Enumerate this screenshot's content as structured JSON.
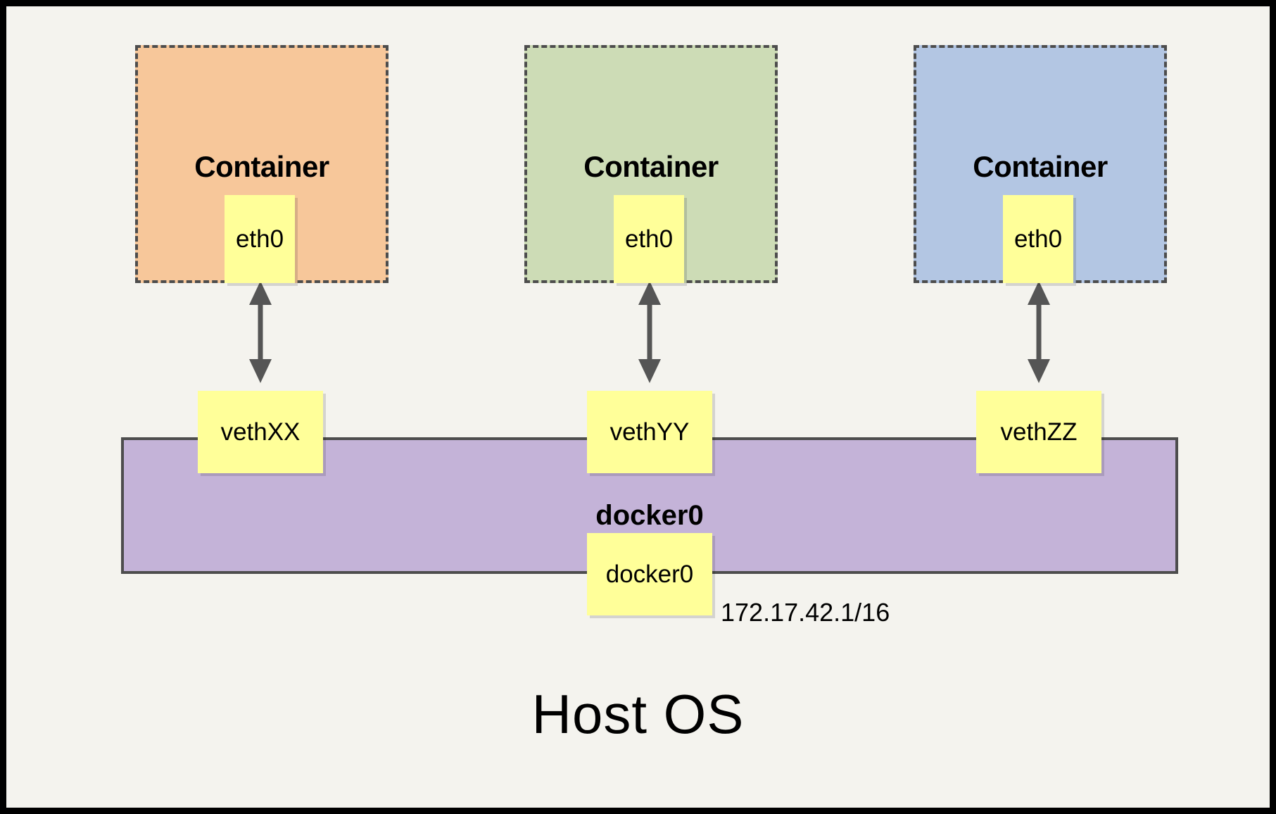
{
  "diagram": {
    "title_text": "Host OS",
    "bridge": {
      "bar_label": "docker0",
      "interface_label": "docker0",
      "ip_label": "172.17.42.1/16",
      "fill_color": "#c4b3d8",
      "border_color": "#4d4d4d"
    },
    "interface_color": "#ffff99",
    "background_color": "#f4f3ee",
    "frame_color": "#000000",
    "arrow_color": "#555555",
    "containers": [
      {
        "title": "Container",
        "interface_label": "eth0",
        "veth_label": "vethXX",
        "fill_color": "#f7c79a",
        "border_color": "#4d4d4d"
      },
      {
        "title": "Container",
        "interface_label": "eth0",
        "veth_label": "vethYY",
        "fill_color": "#cddcb6",
        "border_color": "#4d4d4d"
      },
      {
        "title": "Container",
        "interface_label": "eth0",
        "veth_label": "vethZZ",
        "fill_color": "#b3c6e3",
        "border_color": "#4d4d4d"
      }
    ]
  }
}
